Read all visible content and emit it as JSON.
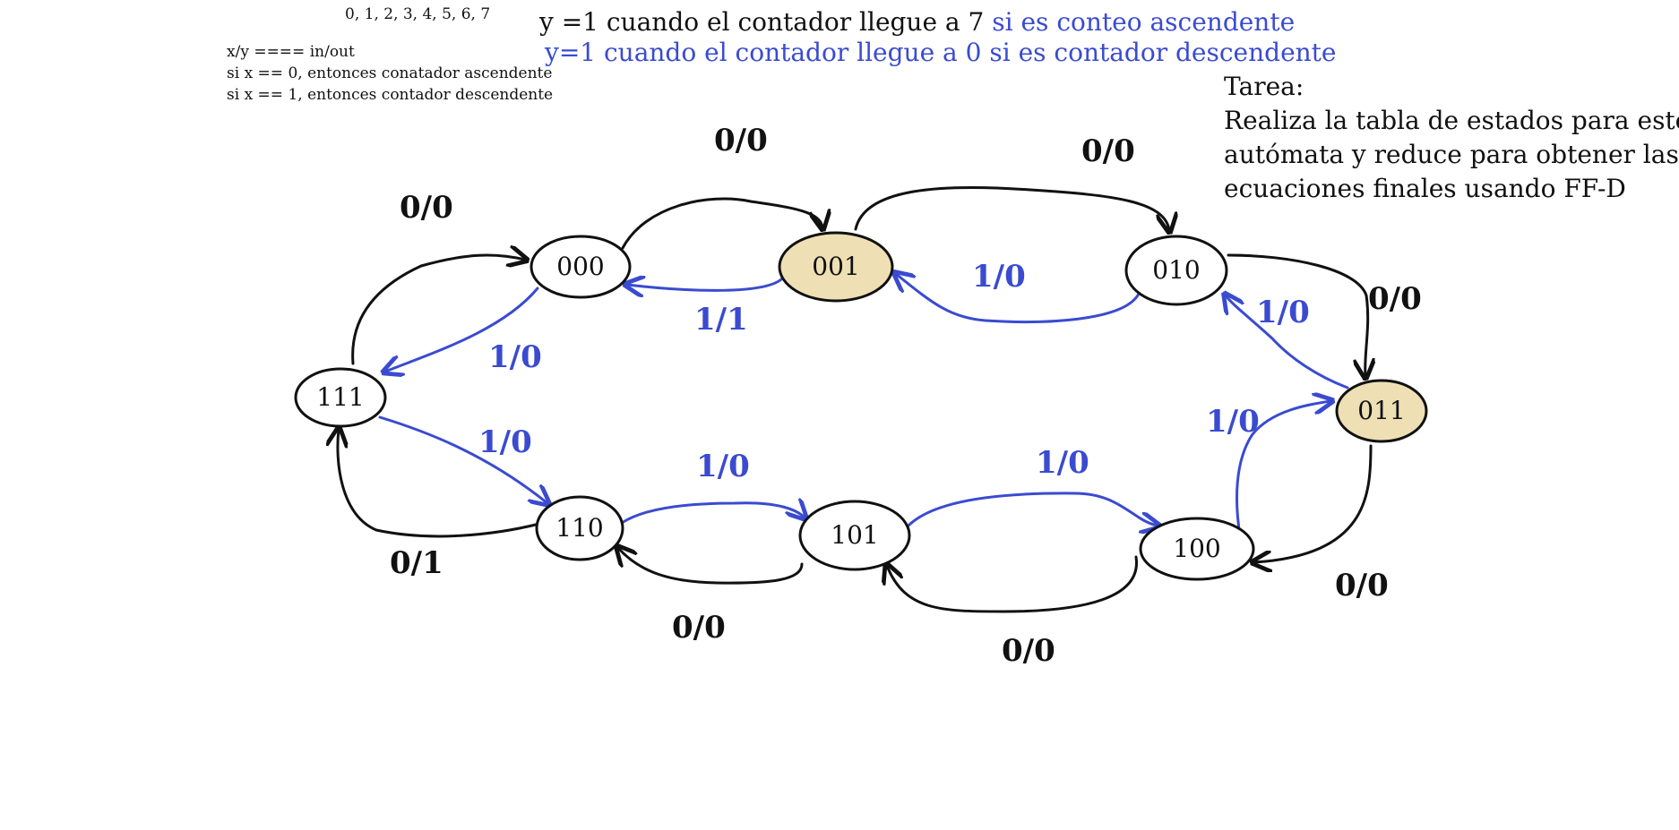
{
  "notes": {
    "sequence": "0, 1, 2, 3, 4, 5, 6, 7",
    "io": "x/y ==== in/out",
    "rule_up": "si x == 0, entonces conatador ascendente",
    "rule_down": "si x == 1, entonces contador descendente"
  },
  "headline": {
    "line1_black": "y =1 cuando el contador llegue a 7",
    "line1_blue": "si es conteo ascendente",
    "line2_blue": "y=1 cuando el contador llegue a 0 si es contador descendente"
  },
  "task": {
    "title": "Tarea:",
    "line1": "Realiza la tabla de estados para este",
    "line2": "autómata y reduce para obtener las",
    "line3": "ecuaciones finales usando FF-D"
  },
  "states": {
    "s000": "000",
    "s001": "001",
    "s010": "010",
    "s011": "011",
    "s100": "100",
    "s101": "101",
    "s110": "110",
    "s111": "111"
  },
  "edge_labels": {
    "e000_001": "0/0",
    "e001_010": "0/0",
    "e010_011": "0/0",
    "e011_100": "0/0",
    "e100_101": "0/0",
    "e101_110": "0/0",
    "e110_111": "0/1",
    "e111_000": "0/0",
    "e001_000": "1/1",
    "e000_111": "1/0",
    "e111_110": "1/0",
    "e110_101": "1/0",
    "e101_100": "1/0",
    "e100_011": "1/0",
    "e011_010": "1/0",
    "e010_001": "1/0"
  },
  "colors": {
    "ink": "#111111",
    "blue_ink": "#3a4bd0",
    "highlight_fill": "#eee0b4",
    "state_fill": "#ffffff"
  }
}
